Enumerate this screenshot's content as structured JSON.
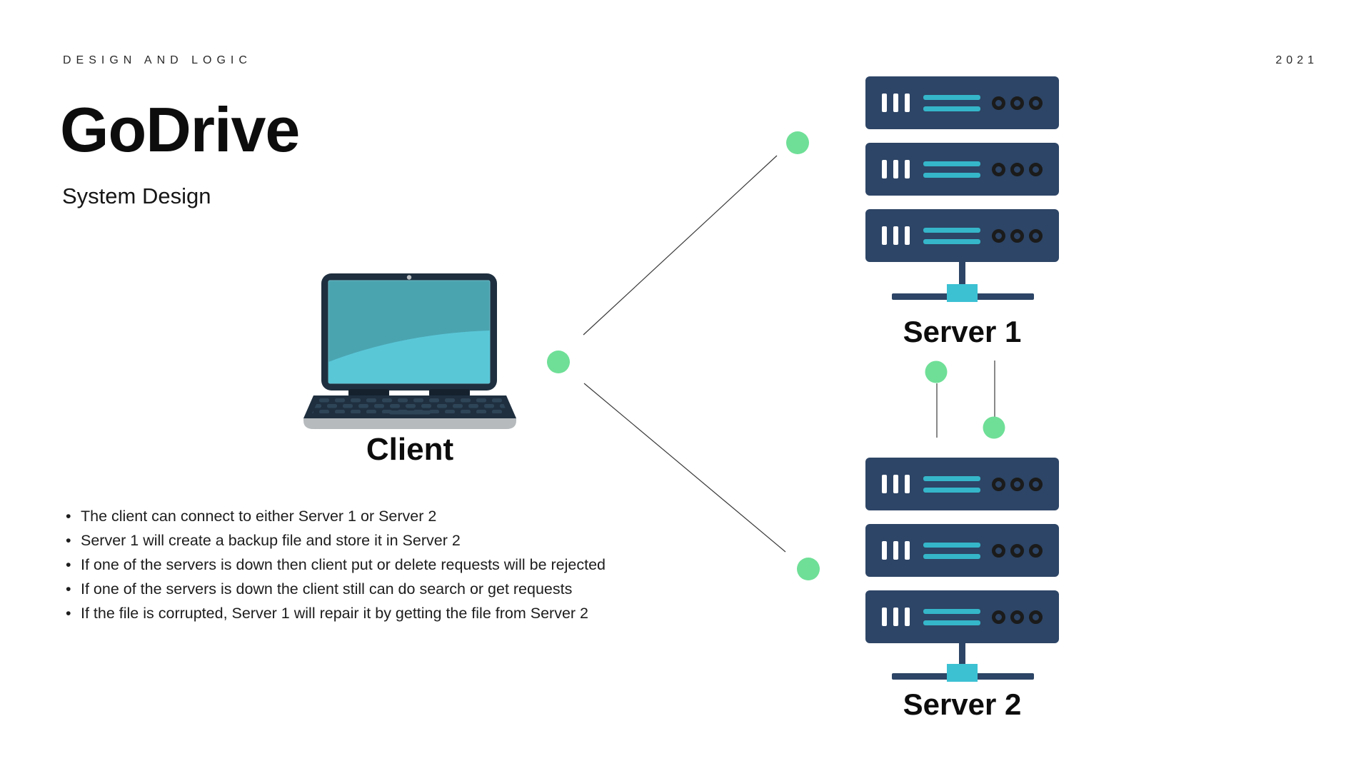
{
  "header": {
    "eyebrow": "DESIGN AND LOGIC",
    "year": "2021"
  },
  "title": "GoDrive",
  "subtitle": "System Design",
  "diagram": {
    "client_label": "Client",
    "servers": [
      {
        "label": "Server 1",
        "units": 3
      },
      {
        "label": "Server 2",
        "units": 3
      }
    ],
    "connections": [
      "Client - Server 1",
      "Client - Server 2",
      "Server 1 - Server 2"
    ]
  },
  "notes": [
    "The client can connect to either Server 1 or Server 2",
    "Server 1 will create a backup file and store it in  Server 2",
    "If one of the servers is down then client put or delete requests will be rejected",
    "If one of the servers is down the client still can do search or get requests",
    "If the file is corrupted, Server 1 will repair it by getting the file from Server 2"
  ],
  "colors": {
    "background": "#ffffff",
    "navy": "#2d4566",
    "laptop_frame": "#1f2f3f",
    "screen_teal": "#4aa4b0",
    "screen_teal_light": "#5ac7d7",
    "teal_line": "#35b6c9",
    "teal_square": "#3cc1d3",
    "led_red": "#d63345",
    "led_green": "#77c043",
    "led_cyan": "#35b6c9",
    "node_dot_green": "#6fdf97",
    "text": "#1b1b1b"
  }
}
